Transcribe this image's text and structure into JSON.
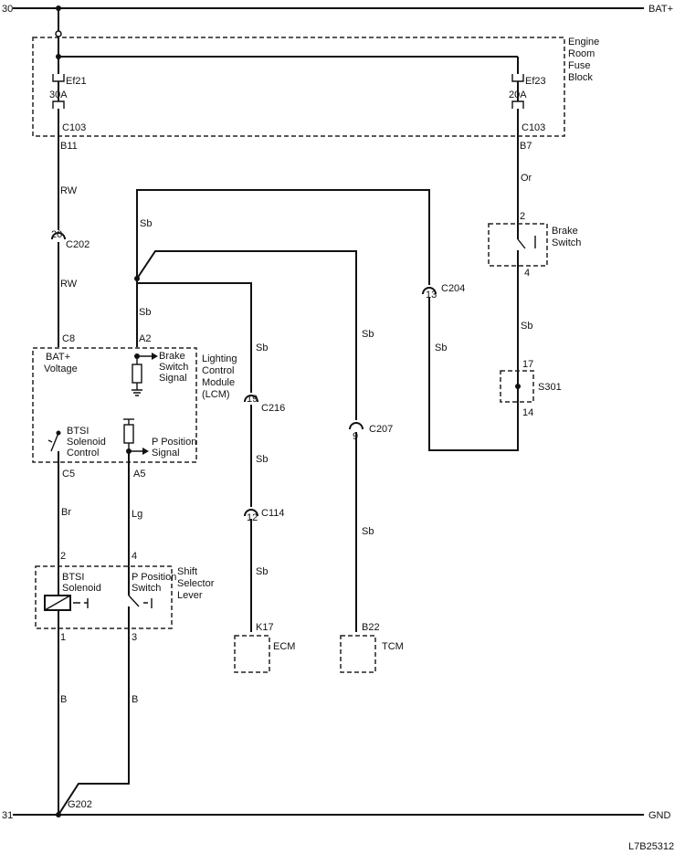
{
  "rails": {
    "top_left_num": "30",
    "top_right": "BAT+",
    "bottom_left_num": "31",
    "bottom_right": "GND",
    "figure_code": "L7B25312"
  },
  "fuse_block": {
    "label_lines": [
      "Engine",
      "Room",
      "Fuse",
      "Block"
    ],
    "fuse1_name": "Ef21",
    "fuse1_rating": "30A",
    "fuse2_name": "Ef23",
    "fuse2_rating": "20A",
    "conn_left": "C103",
    "pin_left": "B11",
    "conn_right": "C103",
    "pin_right": "B7"
  },
  "wires": {
    "rw_1": "RW",
    "rw_2": "RW",
    "or": "Or",
    "sb_top": "Sb",
    "sb_a2": "Sb",
    "sb_c216_top": "Sb",
    "sb_c216_mid": "Sb",
    "sb_c114": "Sb",
    "sb_c207_top": "Sb",
    "sb_c207_bot": "Sb",
    "sb_c204": "Sb",
    "sb_s301": "Sb",
    "br": "Br",
    "lg": "Lg",
    "b_left": "B",
    "b_right": "B"
  },
  "connectors": {
    "c202_pin": "20",
    "c202": "C202",
    "c204_pin": "13",
    "c204": "C204",
    "c216_pin": "19",
    "c216": "C216",
    "c114_pin": "12",
    "c114": "C114",
    "c207_pin": "9",
    "c207": "C207"
  },
  "brake_switch": {
    "label_lines": [
      "Brake",
      "Switch"
    ],
    "pin_top": "2",
    "pin_bottom": "4"
  },
  "splice": {
    "name": "S301",
    "pin_top": "17",
    "pin_bottom": "14"
  },
  "lcm": {
    "label_lines": [
      "Lighting",
      "Control",
      "Module",
      "(LCM)"
    ],
    "pin_c8": "C8",
    "pin_a2": "A2",
    "pin_c5": "C5",
    "pin_a5": "A5",
    "bat_lines": [
      "BAT+",
      "Voltage"
    ],
    "brake_signal_lines": [
      "Brake",
      "Switch",
      "Signal"
    ],
    "btsi_lines": [
      "BTSI",
      "Solenoid",
      "Control"
    ],
    "ppos_signal_lines": [
      "P Position",
      "Signal"
    ]
  },
  "shift_lever": {
    "label_lines": [
      "Shift",
      "Selector",
      "Lever"
    ],
    "solenoid_lines": [
      "BTSI",
      "Solenoid"
    ],
    "switch_lines": [
      "P Position",
      "Switch"
    ],
    "pin_2": "2",
    "pin_4": "4",
    "pin_1": "1",
    "pin_3": "3"
  },
  "modules": {
    "ecm_pin": "K17",
    "ecm": "ECM",
    "tcm_pin": "B22",
    "tcm": "TCM"
  },
  "ground": {
    "name": "G202"
  }
}
